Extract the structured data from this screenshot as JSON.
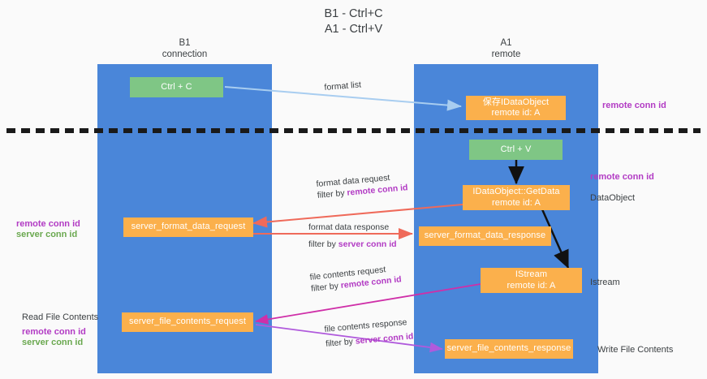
{
  "title": "B1 - Ctrl+C\nA1 - Ctrl+V",
  "columns": [
    {
      "name": "B1",
      "role": "connection",
      "header": "B1\nconnection"
    },
    {
      "name": "A1",
      "role": "remote",
      "header": "A1\nremote"
    }
  ],
  "nodes": {
    "ctrl_c": "Ctrl + C",
    "save_idataobject": "保存IDataObject\nremote id: A",
    "ctrl_v": "Ctrl + V",
    "idataobject_getdata": "IDataObject::GetData\nremote id: A",
    "server_format_data_request": "server_format_data_request",
    "server_format_data_response": "server_format_data_response",
    "istream": "IStream\nremote id: A",
    "server_file_contents_request": "server_file_contents_request",
    "server_file_contents_response": "server_file_contents_response"
  },
  "edges": {
    "format_list": "format list",
    "format_data_request": "format data request",
    "format_data_request_filter_prefix": "filter by ",
    "format_data_request_filter_key": "remote conn id",
    "format_data_response": "format data response",
    "format_data_response_filter_prefix": "filter by ",
    "format_data_response_filter_key": "server conn id",
    "file_contents_request": "file contents request",
    "file_contents_request_filter_prefix": "filter by ",
    "file_contents_request_filter_key": "remote conn id",
    "file_contents_response": "file contents response",
    "file_contents_response_filter_prefix": "filter by ",
    "file_contents_response_filter_key": "server conn id"
  },
  "side_labels": {
    "right_top_remote_conn_id": "remote conn id",
    "right_mid_remote_conn_id": "remote conn id",
    "right_dataobject": "DataObject",
    "right_istream": "Istream",
    "right_write_file_contents": "Write File Contents",
    "left_remote_conn_id_mid": "remote conn id",
    "left_server_conn_id_mid": "server conn id",
    "left_read_file_contents": "Read File Contents",
    "left_remote_conn_id_bot": "remote conn id",
    "left_server_conn_id_bot": "server conn id"
  },
  "colors": {
    "lane": "#4a86d9",
    "node_green": "#7fc685",
    "node_orange": "#fbb04c",
    "key_purple": "#b23bc4",
    "key_green": "#6aa84f",
    "arrow_blue": "#a8cdf0",
    "arrow_red": "#ef6a5a",
    "arrow_magenta": "#cf2fa8",
    "arrow_violet": "#b05adc",
    "arrow_black": "#111111",
    "divider": "#1a1a1a",
    "background": "#fafafa"
  }
}
